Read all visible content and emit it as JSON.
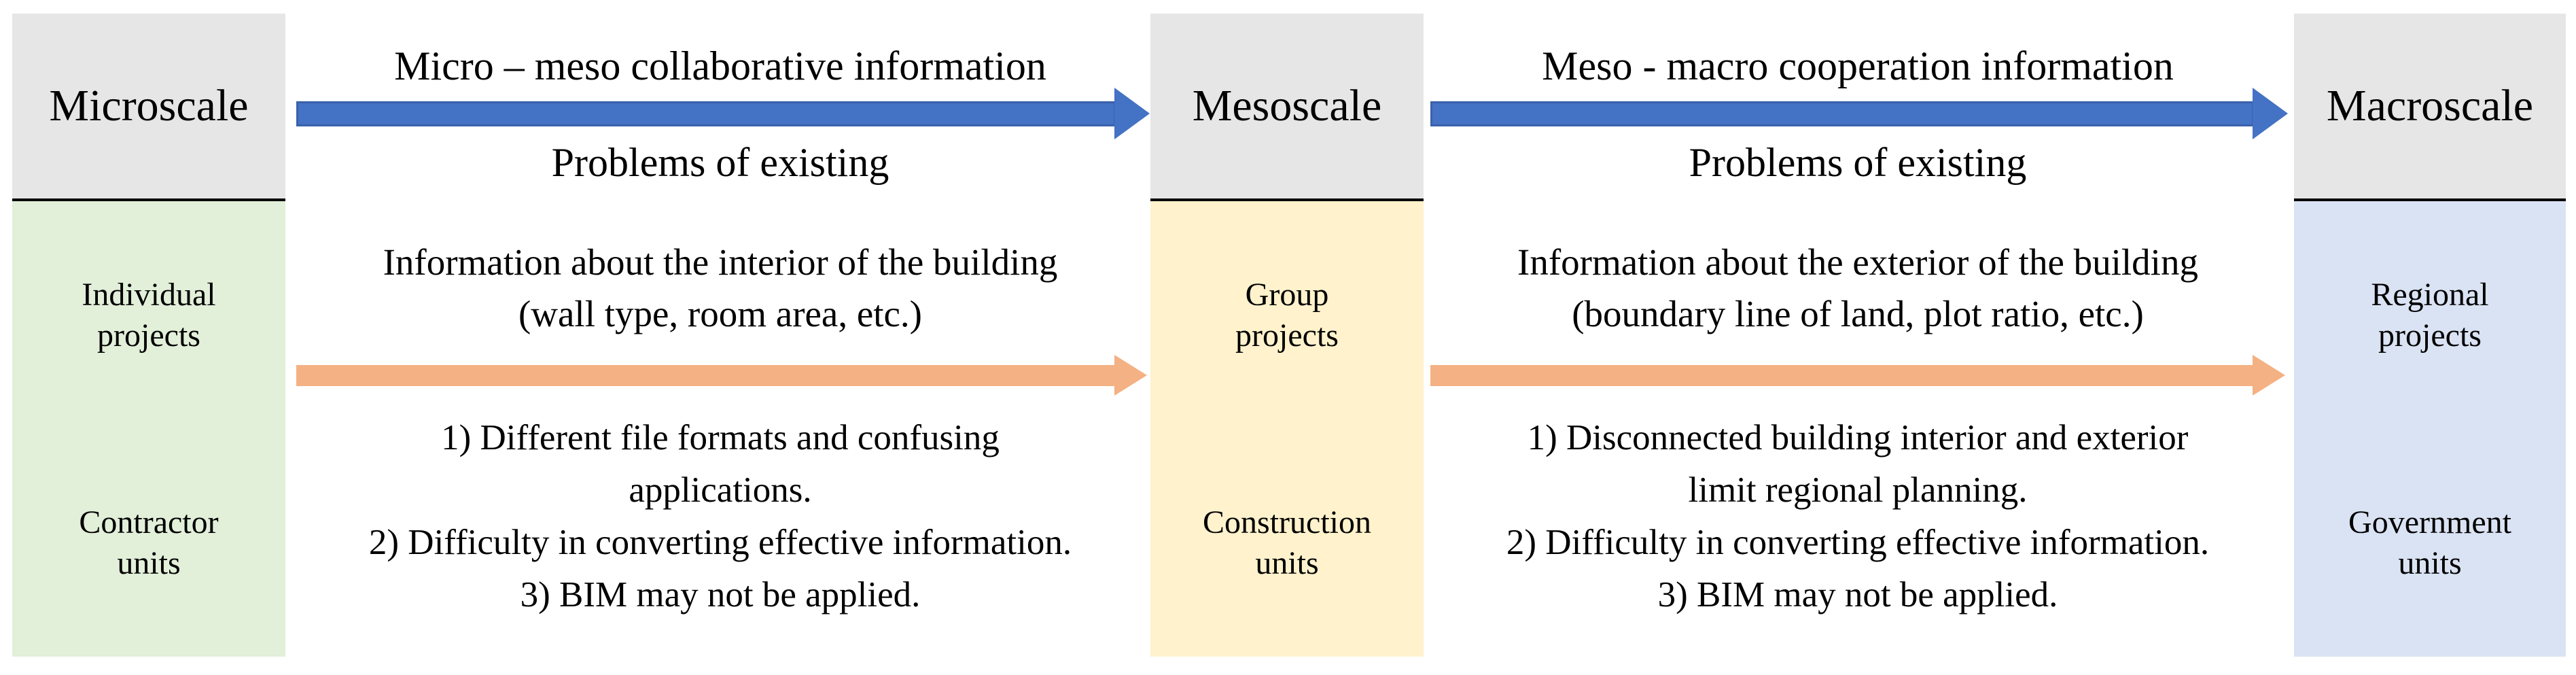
{
  "diagram": {
    "columns": [
      {
        "header": "Microscale",
        "labels": [
          {
            "line1": "Individual",
            "line2": "projects"
          },
          {
            "line1": "Contractor",
            "line2": "units"
          }
        ]
      },
      {
        "header": "Mesoscale",
        "labels": [
          {
            "line1": "Group",
            "line2": "projects"
          },
          {
            "line1": "Construction",
            "line2": "units"
          }
        ]
      },
      {
        "header": "Macroscale",
        "labels": [
          {
            "line1": "Regional",
            "line2": "projects"
          },
          {
            "line1": "Government",
            "line2": "units"
          }
        ]
      }
    ],
    "flows": [
      {
        "title": "Micro – meso collaborative information",
        "subtitle": "Problems of existing",
        "info_lines": [
          "Information about the interior of the building",
          "(wall type, room area, etc.)"
        ],
        "problem_lines": [
          "1) Different file formats and confusing",
          "applications.",
          "2) Difficulty in converting effective information.",
          "3) BIM may not be applied."
        ]
      },
      {
        "title": "Meso - macro cooperation information",
        "subtitle": "Problems of existing",
        "info_lines": [
          "Information about the exterior of the building",
          "(boundary line of land, plot ratio, etc.)"
        ],
        "problem_lines": [
          "1) Disconnected building interior and exterior",
          "limit  regional planning.",
          "2) Difficulty in converting effective information.",
          "3) BIM may not be applied."
        ]
      }
    ],
    "colors": {
      "header_bg": "#e7e6e6",
      "microscale_body": "#e2efd9",
      "mesoscale_body": "#fff2cc",
      "macroscale_body": "#dae3f3",
      "collaboration_arrow": "#4472c4",
      "information_arrow": "#f4b183",
      "text": "#000000"
    }
  }
}
